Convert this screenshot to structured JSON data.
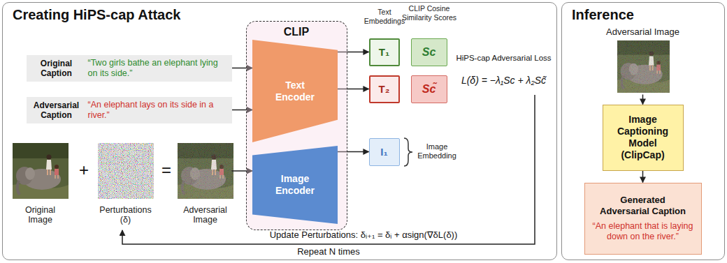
{
  "diagram": {
    "nodes": [
      {
        "text": [
          "Creating HiPS-cap Attack"
        ]
      },
      {
        "text": [
          "Original Caption",
          "“Two girls bathe an elephant lying on its side.”"
        ],
        "in": 0
      },
      {
        "text": [
          "Adversarial Caption",
          "“An elephant lays on its side in a river.”"
        ],
        "in": 0
      },
      {
        "text": [
          "CLIP"
        ],
        "in": 0
      },
      {
        "text": [
          "Text Encoder"
        ],
        "in": 3
      },
      {
        "text": [
          "Image Encoder"
        ],
        "in": 3
      },
      {
        "text": [
          "T₁"
        ],
        "in": 0
      },
      {
        "text": [
          "T₂"
        ],
        "in": 0
      },
      {
        "text": [
          "Sc"
        ],
        "in": 0
      },
      {
        "text": [
          "Sc̃"
        ],
        "in": 0
      },
      {
        "text": [
          "I₁"
        ],
        "in": 0
      },
      {
        "text": [
          "Original Image"
        ],
        "in": 0
      },
      {
        "text": [
          "Perturbations (δ)"
        ],
        "in": 0
      },
      {
        "text": [
          "Adversarial Image"
        ],
        "in": 0
      },
      {
        "text": [
          "Inference"
        ]
      },
      {
        "text": [
          "Adversarial Image"
        ],
        "in": 14
      },
      {
        "text": [
          "Image Captioning Model (ClipCap)"
        ],
        "in": 14
      },
      {
        "text": [
          "Generated Adversarial Caption",
          "“An elephant that is laying down on the river.”"
        ],
        "in": 14
      }
    ],
    "edges": [
      {
        "from": 1,
        "to": 4,
        "arrow": "to"
      },
      {
        "from": 2,
        "to": 4,
        "arrow": "to"
      },
      {
        "from": 4,
        "to": 6,
        "arrow": "to"
      },
      {
        "from": 4,
        "to": 7,
        "arrow": "to"
      },
      {
        "from": 5,
        "to": 10,
        "arrow": "to"
      },
      {
        "from": 13,
        "to": 5,
        "arrow": "to"
      },
      {
        "from": 15,
        "to": 16,
        "arrow": "to"
      },
      {
        "from": 16,
        "to": 17,
        "arrow": "to"
      }
    ],
    "labels": [
      "Text Embeddings",
      "CLIP Cosine Similarity Scores",
      "Image Embedding",
      "HiPS-cap Adversarial Loss",
      "L(δ) = −λ₁Sc + λ₂Sc̃",
      "+",
      "=",
      "Update Perturbations: δᵢ₊₁ = δᵢ + αsign(∇δL(δ))",
      "Repeat N times"
    ]
  }
}
